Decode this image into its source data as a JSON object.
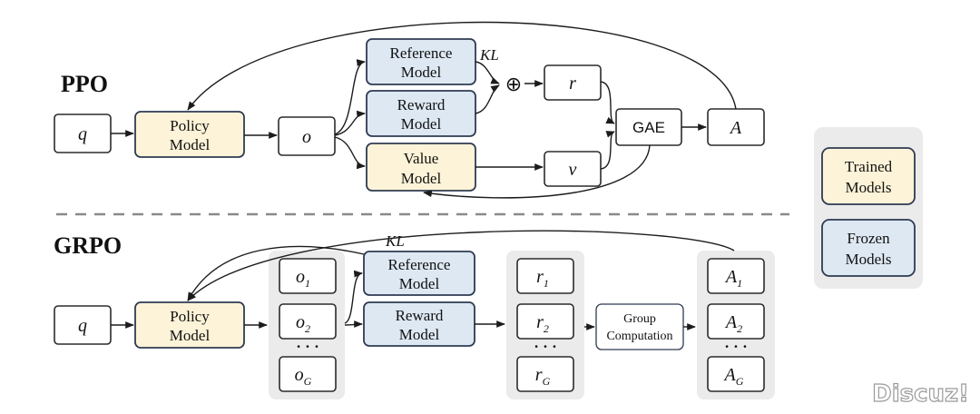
{
  "ppo": {
    "title": "PPO",
    "q": "q",
    "policy": [
      "Policy",
      "Model"
    ],
    "o": "o",
    "reference": [
      "Reference",
      "Model"
    ],
    "reward": [
      "Reward",
      "Model"
    ],
    "value": [
      "Value",
      "Model"
    ],
    "kl": "KL",
    "plus": "⊕",
    "r": "r",
    "v": "v",
    "gae": "GAE",
    "a": "A"
  },
  "grpo": {
    "title": "GRPO",
    "q": "q",
    "policy": [
      "Policy",
      "Model"
    ],
    "kl": "KL",
    "o_base": "o",
    "o_subs": [
      "1",
      "2",
      "G"
    ],
    "reference": [
      "Reference",
      "Model"
    ],
    "reward": [
      "Reward",
      "Model"
    ],
    "r_base": "r",
    "r_subs": [
      "1",
      "2",
      "G"
    ],
    "group": [
      "Group",
      "Computation"
    ],
    "a_base": "A",
    "a_subs": [
      "1",
      "2",
      "G"
    ],
    "ellipsis": "· · ·"
  },
  "legend": {
    "trained": [
      "Trained",
      "Models"
    ],
    "frozen": [
      "Frozen",
      "Models"
    ]
  },
  "colors": {
    "trained_fill": "#fdf3d8",
    "frozen_fill": "#dde8f3",
    "panel_fill": "#ebebeb"
  },
  "watermark": "Discuz!"
}
